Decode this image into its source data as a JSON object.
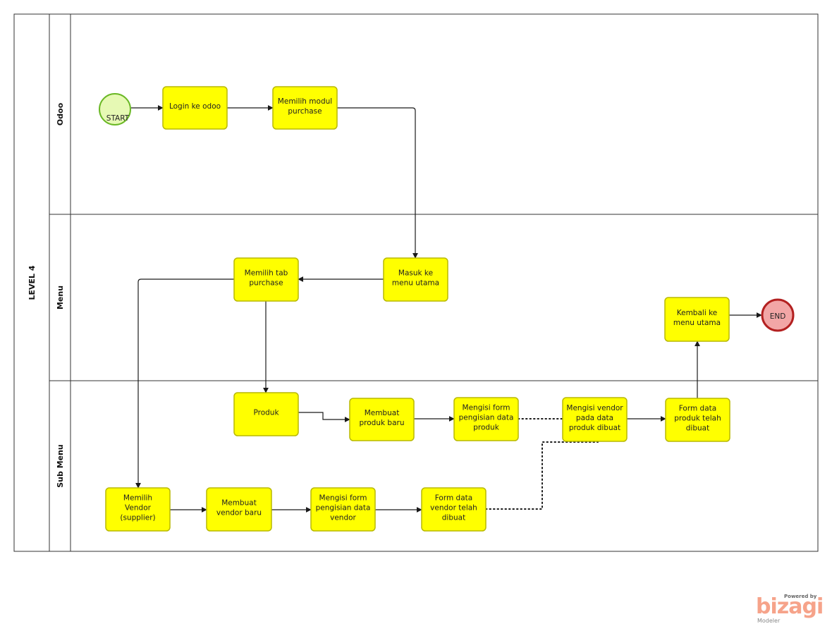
{
  "pool": {
    "label": "LEVEL 4"
  },
  "lanes": [
    {
      "id": "odoo",
      "label": "Odoo"
    },
    {
      "id": "menu",
      "label": "Menu"
    },
    {
      "id": "submenu",
      "label": "Sub Menu"
    }
  ],
  "events": {
    "start": {
      "label": "START",
      "fill": "#e6f9b4",
      "stroke": "#6ab825"
    },
    "end": {
      "label": "END",
      "fill": "#f2a6a6",
      "stroke": "#b32020"
    }
  },
  "tasks": {
    "login": [
      "Login  ke odoo"
    ],
    "pilih_modul": [
      "Memilih modul",
      "purchase"
    ],
    "masuk_menu": [
      "Masuk ke",
      "menu utama"
    ],
    "pilih_tab": [
      "Memilih tab",
      "purchase"
    ],
    "kembali": [
      "Kembali  ke",
      "menu utama"
    ],
    "produk": [
      "Produk"
    ],
    "buat_produk": [
      "Membuat",
      "produk baru"
    ],
    "form_produk": [
      "Mengisi form",
      "pengisian data",
      "produk"
    ],
    "vendor_produk": [
      "Mengisi vendor",
      "pada data",
      "produk  dibuat"
    ],
    "produk_dibuat": [
      "Form data",
      "produk telah",
      "dibuat"
    ],
    "pilih_vendor": [
      "Memilih",
      "Vendor",
      "(supplier)"
    ],
    "buat_vendor": [
      "Membuat",
      "vendor baru"
    ],
    "form_vendor": [
      "Mengisi form",
      "pengisian data",
      "vendor"
    ],
    "vendor_dibuat": [
      "Form data",
      "vendor telah",
      "dibuat"
    ]
  },
  "branding": {
    "powered": "Powered by",
    "brand": "bizagi",
    "product": "Modeler"
  }
}
